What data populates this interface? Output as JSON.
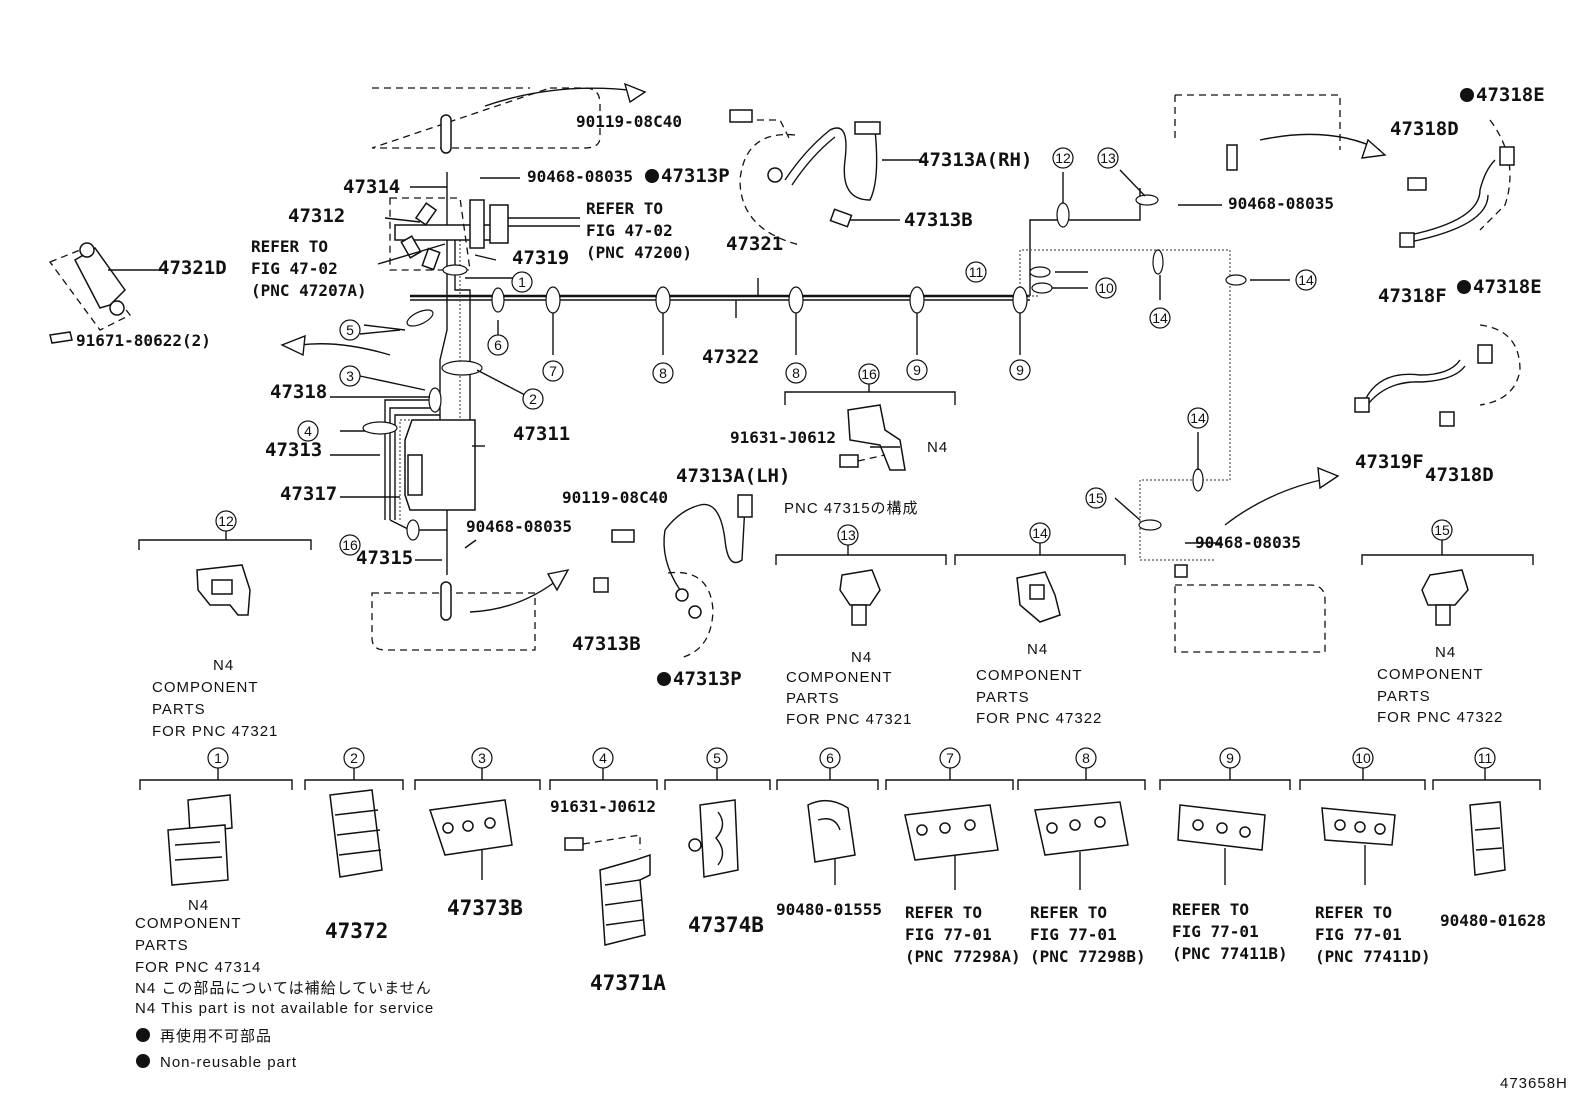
{
  "drawing_id": "473658H",
  "callouts": {
    "p47314": "47314",
    "p47312": "47312",
    "p47321D": "47321D",
    "p91671": "91671-80622(2)",
    "p47318": "47318",
    "p47313": "47313",
    "p47317": "47317",
    "p47315": "47315",
    "p47311": "47311",
    "p47319": "47319",
    "p47321": "47321",
    "p47322": "47322",
    "p90468_a": "90468-08035",
    "p47313P_a": "47313P",
    "p90119_a": "90119-08C40",
    "p47313A_RH": "47313A(RH)",
    "p47313B_a": "47313B",
    "p90468_b": "90468-08035",
    "p47318E_a": "47318E",
    "p47318D_a": "47318D",
    "p47318F": "47318F",
    "p47318E_b": "47318E",
    "p47319F": "47319F",
    "p47318D_b": "47318D",
    "p91631_a": "91631-J0612",
    "p90119_b": "90119-08C40",
    "p47313A_LH": "47313A(LH)",
    "p47313B_b": "47313B",
    "p47313P_b": "47313P",
    "p90468_c": "90468-08035",
    "p90468_d": "90468-08035",
    "n4_a": "N4"
  },
  "refer_notes": {
    "r1": [
      "REFER TO",
      "FIG 47-02",
      "(PNC 47207A)"
    ],
    "r2": [
      "REFER TO",
      "FIG 47-02",
      "(PNC 47200)"
    ]
  },
  "pnc_47315_label": "PNC 47315の構成",
  "detail_boxes": [
    {
      "num": "12",
      "lines": [
        "N4",
        "COMPONENT",
        "PARTS",
        "FOR PNC 47321"
      ]
    },
    {
      "num": "13",
      "lines": [
        "N4",
        "COMPONENT",
        "PARTS",
        "FOR PNC 47321"
      ]
    },
    {
      "num": "14",
      "lines": [
        "N4",
        "COMPONENT",
        "PARTS",
        "FOR PNC 47322"
      ]
    },
    {
      "num": "15",
      "lines": [
        "N4",
        "COMPONENT",
        "PARTS",
        "FOR PNC 47322"
      ]
    },
    {
      "num": "16",
      "lines": [
        "91631-J0612",
        "N4"
      ]
    }
  ],
  "clamps": [
    {
      "num": "1",
      "label": "",
      "lines": [
        "N4",
        "COMPONENT",
        "PARTS",
        "FOR PNC 47314"
      ]
    },
    {
      "num": "2",
      "label": "47372"
    },
    {
      "num": "3",
      "label": "47373B"
    },
    {
      "num": "4",
      "label": "47371A",
      "bolt": "91631-J0612"
    },
    {
      "num": "5",
      "label": "47374B"
    },
    {
      "num": "6",
      "label": "90480-01555"
    },
    {
      "num": "7",
      "lines": [
        "REFER TO",
        "FIG 77-01",
        "(PNC 77298A)"
      ]
    },
    {
      "num": "8",
      "lines": [
        "REFER TO",
        "FIG 77-01",
        "(PNC 77298B)"
      ]
    },
    {
      "num": "9",
      "lines": [
        "REFER TO",
        "FIG 77-01",
        "(PNC 77411B)"
      ]
    },
    {
      "num": "10",
      "lines": [
        "REFER TO",
        "FIG 77-01",
        "(PNC 77411D)"
      ]
    },
    {
      "num": "11",
      "label": "90480-01628"
    }
  ],
  "line_callouts": [
    "1",
    "2",
    "3",
    "4",
    "5",
    "6",
    "7",
    "8",
    "8",
    "9",
    "9",
    "10",
    "11",
    "12",
    "13",
    "14",
    "14",
    "14",
    "15",
    "16"
  ],
  "legend": {
    "n4_ja": "N4 この部品については補給していません",
    "n4_en": "N4 This part is not available for service",
    "bullet_ja": "再使用不可部品",
    "bullet_en": "Non-reusable part"
  },
  "colors": {
    "ink": "#111111",
    "paper": "#ffffff"
  }
}
